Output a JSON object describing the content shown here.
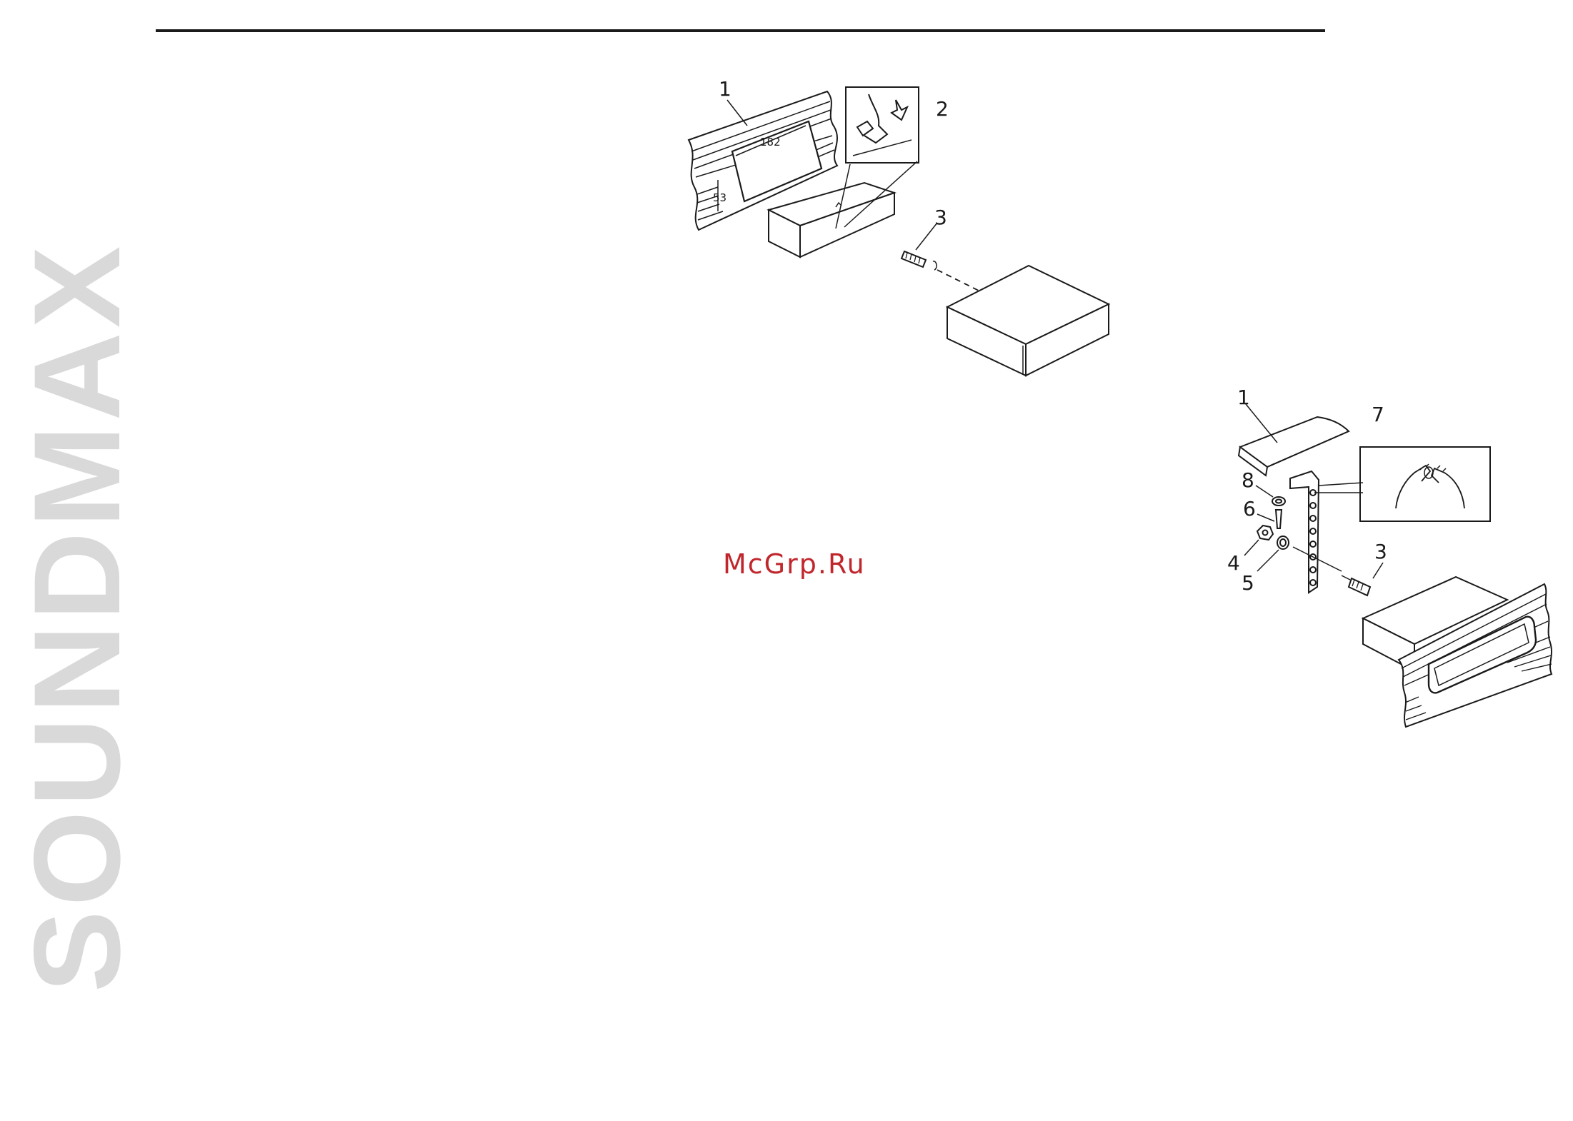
{
  "brand": {
    "logo_text": "SOUNDMAX"
  },
  "watermark": {
    "text": "McGrp.Ru"
  },
  "figure_top": {
    "callouts": [
      "1",
      "2",
      "3"
    ],
    "dimensions": {
      "width": "182",
      "height": "53"
    }
  },
  "figure_bottom": {
    "callouts": [
      "1",
      "7",
      "8",
      "6",
      "4",
      "5",
      "3"
    ]
  },
  "colors": {
    "line": "#1a1a1a",
    "brand_gray": "#d9d9d9",
    "watermark_red": "#c0272d",
    "background": "#ffffff"
  }
}
